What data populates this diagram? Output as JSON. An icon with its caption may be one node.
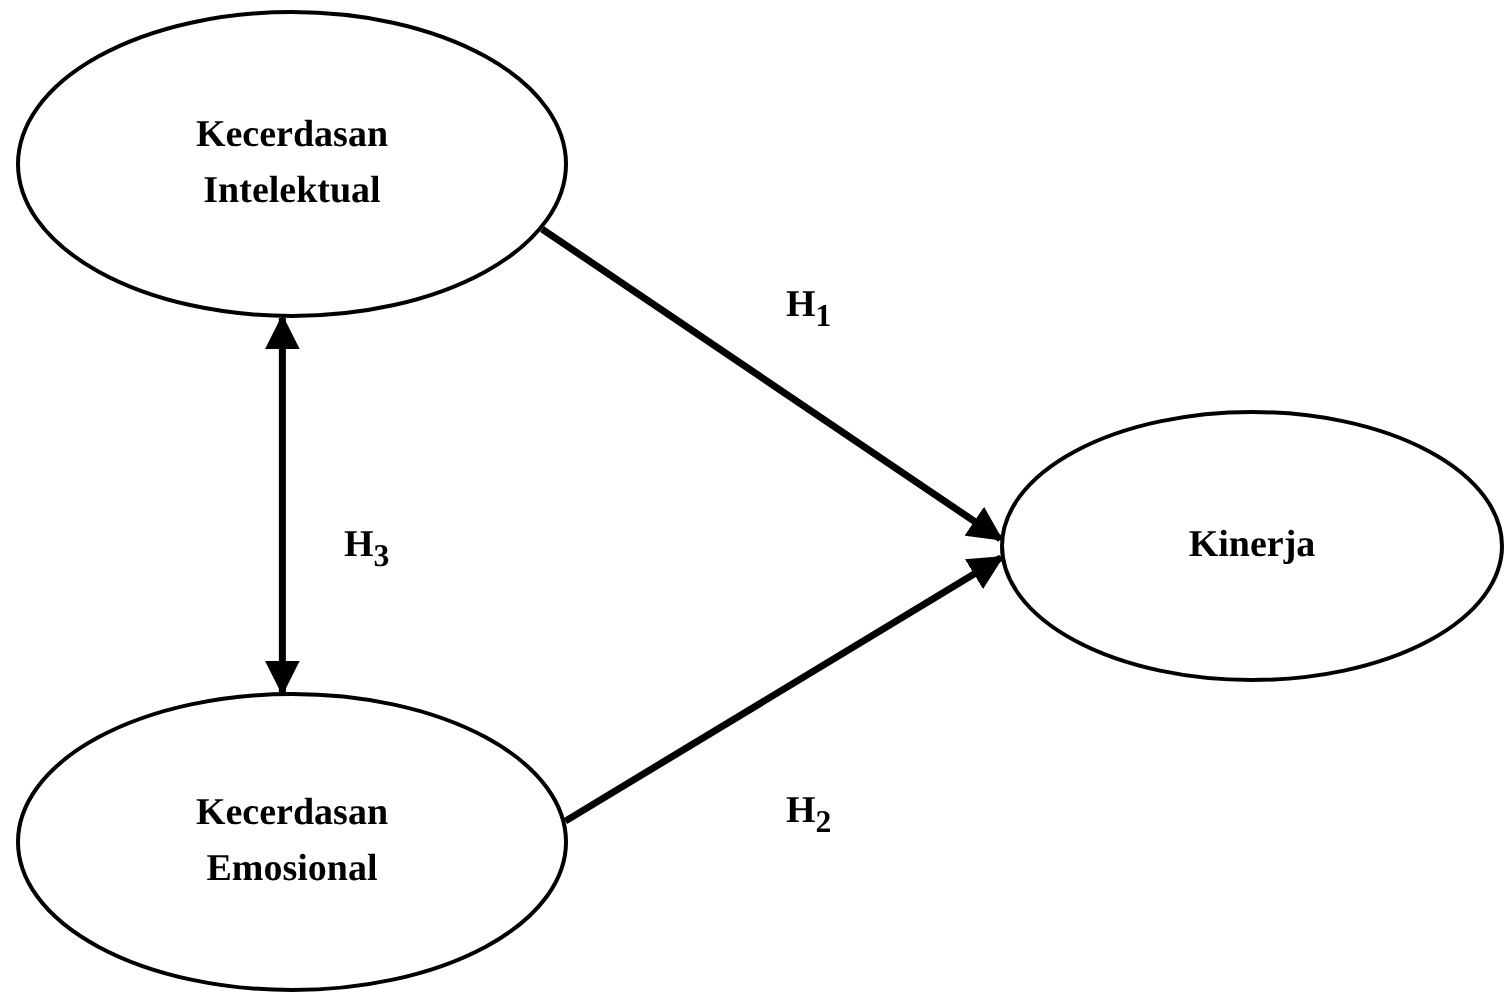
{
  "diagram": {
    "nodes": [
      {
        "text": [
          "Kecerdasan Intelektual"
        ]
      },
      {
        "text": [
          "Kinerja"
        ]
      },
      {
        "text": [
          "Kecerdasan Emosional"
        ]
      }
    ],
    "edges": [
      {
        "from": 0,
        "to": 1,
        "arrow": "to",
        "label": "H$_{1}$"
      },
      {
        "from": 2,
        "to": 1,
        "arrow": "to",
        "label": "H$_{2}$"
      },
      {
        "from": 0,
        "to": 2,
        "arrow": "both",
        "label": "H$_{3}$"
      }
    ]
  }
}
